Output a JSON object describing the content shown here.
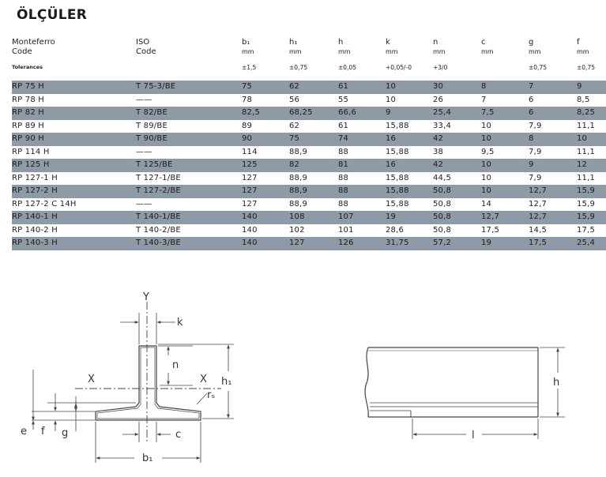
{
  "title": "ÖLÇÜLER",
  "table": {
    "headers": [
      {
        "line1": "Monteferro",
        "line2": "Code"
      },
      {
        "line1": "ISO",
        "line2": "Code"
      },
      {
        "line1": "b₁",
        "line2": "mm"
      },
      {
        "line1": "h₁",
        "line2": "mm"
      },
      {
        "line1": "h",
        "line2": "mm"
      },
      {
        "line1": "k",
        "line2": "mm"
      },
      {
        "line1": "n",
        "line2": "mm"
      },
      {
        "line1": "c",
        "line2": "mm"
      },
      {
        "line1": "g",
        "line2": "mm"
      },
      {
        "line1": "f",
        "line2": "mm"
      }
    ],
    "tolerances": [
      "Tolerances",
      "",
      "±1,5",
      "±0,75",
      "±0,05",
      "+0,05/-0",
      "+3/0",
      "",
      "±0,75",
      "±0,75"
    ],
    "rows": [
      [
        "RP 75 H",
        "T 75-3/BE",
        "75",
        "62",
        "61",
        "10",
        "30",
        "8",
        "7",
        "9"
      ],
      [
        "RP 78 H",
        "——",
        "78",
        "56",
        "55",
        "10",
        "26",
        "7",
        "6",
        "8,5"
      ],
      [
        "RP 82 H",
        "T 82/BE",
        "82,5",
        "68,25",
        "66,6",
        "9",
        "25,4",
        "7,5",
        "6",
        "8,25"
      ],
      [
        "RP 89 H",
        "T 89/BE",
        "89",
        "62",
        "61",
        "15,88",
        "33,4",
        "10",
        "7,9",
        "11,1"
      ],
      [
        "RP 90 H",
        "T 90/BE",
        "90",
        "75",
        "74",
        "16",
        "42",
        "10",
        "8",
        "10"
      ],
      [
        "RP 114 H",
        "——",
        "114",
        "88,9",
        "88",
        "15,88",
        "38",
        "9,5",
        "7,9",
        "11,1"
      ],
      [
        "RP 125 H",
        "T 125/BE",
        "125",
        "82",
        "81",
        "16",
        "42",
        "10",
        "9",
        "12"
      ],
      [
        "RP 127-1 H",
        "T 127-1/BE",
        "127",
        "88,9",
        "88",
        "15,88",
        "44,5",
        "10",
        "7,9",
        "11,1"
      ],
      [
        "RP 127-2 H",
        "T 127-2/BE",
        "127",
        "88,9",
        "88",
        "15,88",
        "50,8",
        "10",
        "12,7",
        "15,9"
      ],
      [
        "RP 127-2 C 14H",
        "——",
        "127",
        "88,9",
        "88",
        "15,88",
        "50,8",
        "14",
        "12,7",
        "15,9"
      ],
      [
        "RP 140-1 H",
        "T 140-1/BE",
        "140",
        "108",
        "107",
        "19",
        "50,8",
        "12,7",
        "12,7",
        "15,9"
      ],
      [
        "RP 140-2 H",
        "T 140-2/BE",
        "140",
        "102",
        "101",
        "28,6",
        "50,8",
        "17,5",
        "14,5",
        "17,5"
      ],
      [
        "RP 140-3 H",
        "T 140-3/BE",
        "140",
        "127",
        "126",
        "31,75",
        "57,2",
        "19",
        "17,5",
        "25,4"
      ]
    ]
  },
  "diagram": {
    "labels": {
      "Y": "Y",
      "k": "k",
      "n": "n",
      "h1": "h₁",
      "X_left": "X",
      "X_right": "X",
      "rs": "rₛ",
      "e": "e",
      "f": "f",
      "g": "g",
      "c": "c",
      "b1": "b₁",
      "h": "h",
      "l": "l"
    }
  }
}
